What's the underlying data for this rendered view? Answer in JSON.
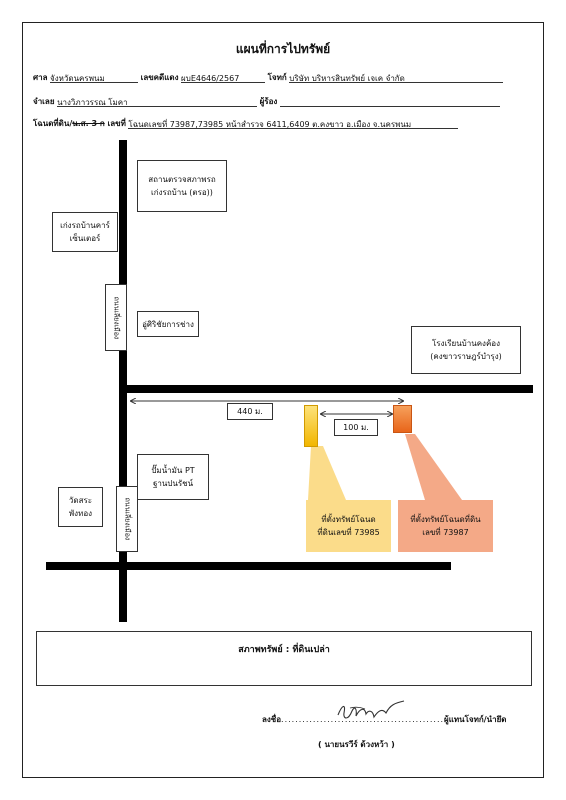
{
  "title": "แผนที่การไปทรัพย์",
  "header": {
    "court_label": "ศาล",
    "court_value": "จังหวัดนครพนม",
    "case_no_label": "เลขคดีแดง",
    "case_no_value": "ผบE4646/2567",
    "plaintiff_label": "โจทก์",
    "plaintiff_value": "บริษัท บริหารสินทรัพย์ เจเค จำกัด",
    "defendant_label": "จำเลย",
    "defendant_value": "นางวิภาวรรณ  โมคา",
    "applicant_label": "ผู้ร้อง",
    "deed_label_prefix": "โฉนดที่ดิน/",
    "deed_label_strike": "น.ส. 3 ก",
    "deed_label_suffix": " เลขที่",
    "deed_value": "โฉนดเลขที่ 73987,73985 หน้าสำรวจ 6411,6409 ต.คงขาว อ.เมือง จ.นครพนม"
  },
  "map": {
    "inspection_station": "สถานตรวจสภาพรถ\nเก่งรถบ้าน (ตรอ))",
    "car_center": "เก่งรถบ้านคาร์\nเซ็นเตอร์",
    "road_upper": "ถนนเลี่ยงเมือง",
    "garage": "อู่ศิริชัยการช่าง",
    "school": "โรงเรียนบ้านคงค้อง\n(คงขาวราษฎร์บำรุง)",
    "dist_long": "440 ม.",
    "dist_short": "100 ม.",
    "gas_station": "ปั๊มน้ำมัน PT\nฐานปนรัชน์",
    "temple": "วัดสระ\nพังทอง",
    "road_lower": "ถนนเลี่ยงเมือง",
    "parcel_1": "ที่ตั้งทรัพย์โฉนด\nที่ดินเลขที่ 73985",
    "parcel_2": "ที่ตั้งทรัพย์โฉนดที่ดิน\nเลขที่ 73987",
    "parcel_1_color": "#f7c300",
    "parcel_2_color": "#f07a2a",
    "callout_1_color": "#fbdc8a",
    "callout_2_color": "#f4a987"
  },
  "status": {
    "label": "สภาพทรัพย์ :",
    "value": "ที่ดินเปล่า"
  },
  "signature": {
    "sign_label": "ลงชื่อ",
    "role": "ผู้แทนโจทก์/นำยึด",
    "name": "( นายนรวีร์  ด้วงหว้า )"
  }
}
